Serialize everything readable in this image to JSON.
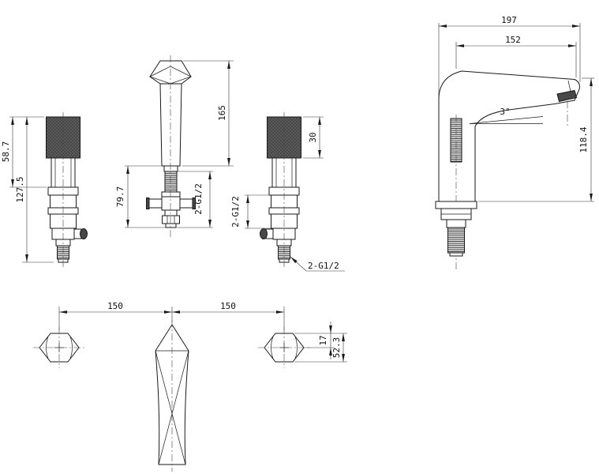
{
  "colors": {
    "line": "#1a1a1a",
    "background": "#ffffff",
    "dark_fill": "#474747"
  },
  "views": {
    "handle_left_front": {
      "dim_upper_height": "58.7",
      "dim_total_height": "127.5"
    },
    "spout_front": {
      "dim_height": "165",
      "dim_lower_assembly": "79.7",
      "dim_thread": "2-G1/2"
    },
    "handle_right_front": {
      "dim_knurl_height": "30",
      "dim_thread": "2-G1/2",
      "dim_thread_bottom": "2-G1/2"
    },
    "spout_side": {
      "dim_overall_reach": "197",
      "dim_spout_reach": "152",
      "dim_angle": "3°",
      "dim_height": "118.4"
    },
    "plan": {
      "dim_pitch_left": "150",
      "dim_pitch_right": "150",
      "dim_offset": "17",
      "dim_handle_width": "52.3"
    }
  }
}
